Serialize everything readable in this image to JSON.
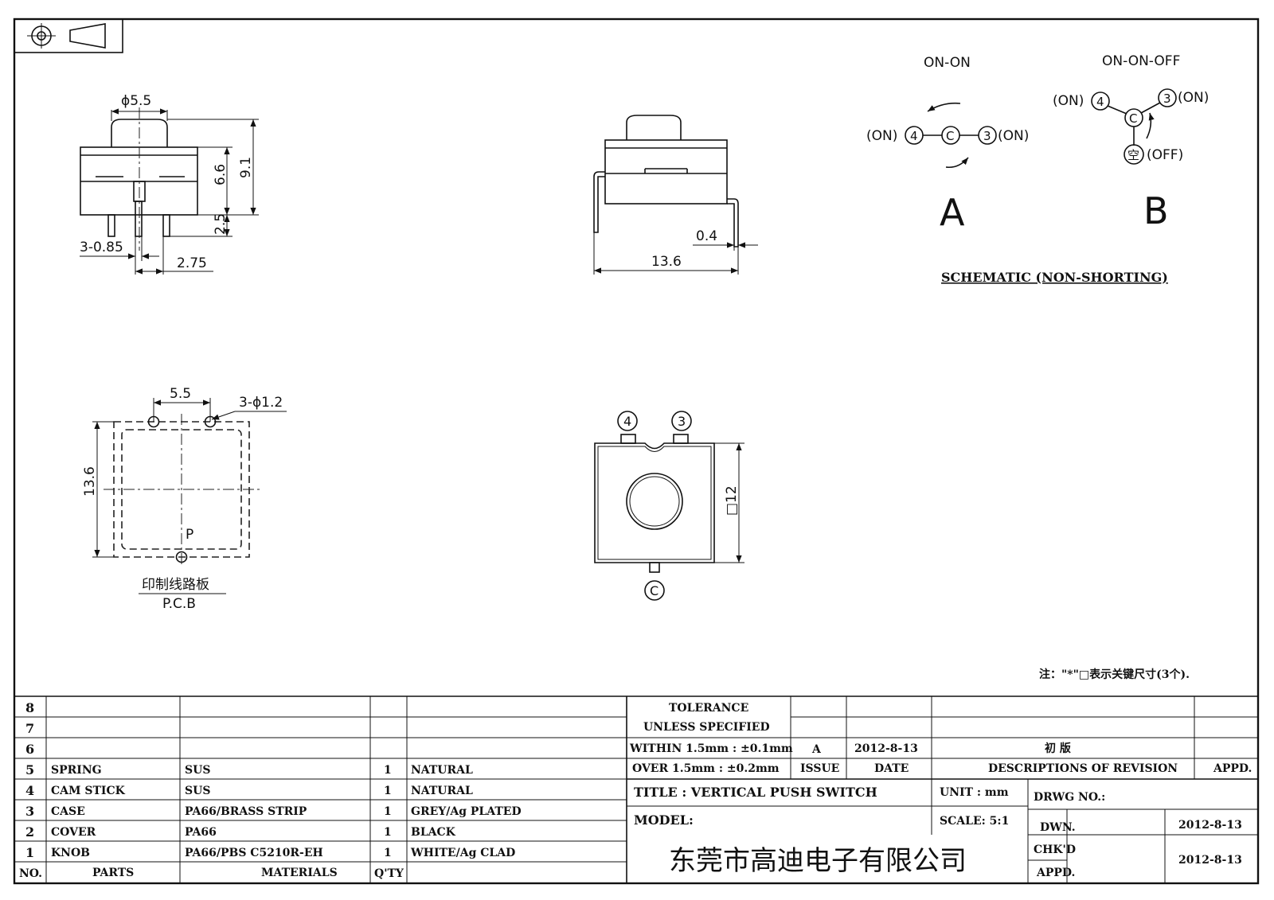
{
  "schematic": {
    "title": "SCHEMATIC (NON-SHORTING)",
    "a": {
      "mode": "ON-ON",
      "letter": "A",
      "left_label": "(ON)",
      "left_num": "4",
      "common": "C",
      "right_num": "3",
      "right_label": "(ON)"
    },
    "b": {
      "mode": "ON-ON-OFF",
      "letter": "B",
      "left_label": "(ON)",
      "left_num": "4",
      "common": "C",
      "right_num": "3",
      "right_label": "(ON)",
      "off_glyph": "空",
      "off_label": "(OFF)"
    }
  },
  "front_view": {
    "d_top": "ϕ5.5",
    "d_total": "9.1",
    "d_body": "6.6",
    "d_pin": "2.5",
    "d_pins": "3-0.85",
    "d_pitch": "2.75"
  },
  "side_view": {
    "d_width": "13.6",
    "d_lead": "0.4"
  },
  "pcb_view": {
    "d_pitch": "5.5",
    "d_holes": "3-ϕ1.2",
    "d_side": "13.6",
    "pin_label": "P",
    "caption_cn": "印制线路板",
    "caption_en": "P.C.B"
  },
  "bottom_view": {
    "pin_left": "4",
    "pin_right": "3",
    "pin_common": "C",
    "d_square": "□12"
  },
  "note": "注：\"*\"□表示关键尺寸(3个).",
  "bom": {
    "rows": [
      {
        "no": "8",
        "part": "",
        "material": "",
        "qty": "",
        "finish": ""
      },
      {
        "no": "7",
        "part": "",
        "material": "",
        "qty": "",
        "finish": ""
      },
      {
        "no": "6",
        "part": "",
        "material": "",
        "qty": "",
        "finish": ""
      },
      {
        "no": "5",
        "part": "SPRING",
        "material": "SUS",
        "qty": "1",
        "finish": "NATURAL"
      },
      {
        "no": "4",
        "part": "CAM STICK",
        "material": "SUS",
        "qty": "1",
        "finish": "NATURAL"
      },
      {
        "no": "3",
        "part": "CASE",
        "material": "PA66/BRASS STRIP",
        "qty": "1",
        "finish": "GREY/Ag PLATED"
      },
      {
        "no": "2",
        "part": "COVER",
        "material": "PA66",
        "qty": "1",
        "finish": "BLACK"
      },
      {
        "no": "1",
        "part": "KNOB",
        "material": "PA66/PBS C5210R-EH",
        "qty": "1",
        "finish": "WHITE/Ag CLAD"
      }
    ],
    "headers": {
      "no": "NO.",
      "parts": "PARTS",
      "materials": "MATERIALS",
      "qty": "Q'TY"
    }
  },
  "tolerance": {
    "line1": "TOLERANCE",
    "line2": "UNLESS SPECIFIED",
    "line3": "WITHIN 1.5mm : ±0.1mm",
    "line4": "OVER 1.5mm : ±0.2mm"
  },
  "revision": {
    "issue": "A",
    "date": "2012-8-13",
    "description": "初 版",
    "h_issue": "ISSUE",
    "h_date": "DATE",
    "h_desc": "DESCRIPTIONS OF REVISION",
    "h_appd": "APPD."
  },
  "title_block": {
    "title": "TITLE : VERTICAL PUSH SWITCH",
    "model": "MODEL:",
    "unit": "UNIT : mm",
    "scale": "SCALE: 5:1",
    "drwg_no": "DRWG NO.:",
    "dwn": "DWN.",
    "dwn_date": "2012-8-13",
    "chkd": "CHK'D",
    "chkd_date": "2012-8-13",
    "appd": "APPD.",
    "company": "东莞市高迪电子有限公司"
  }
}
